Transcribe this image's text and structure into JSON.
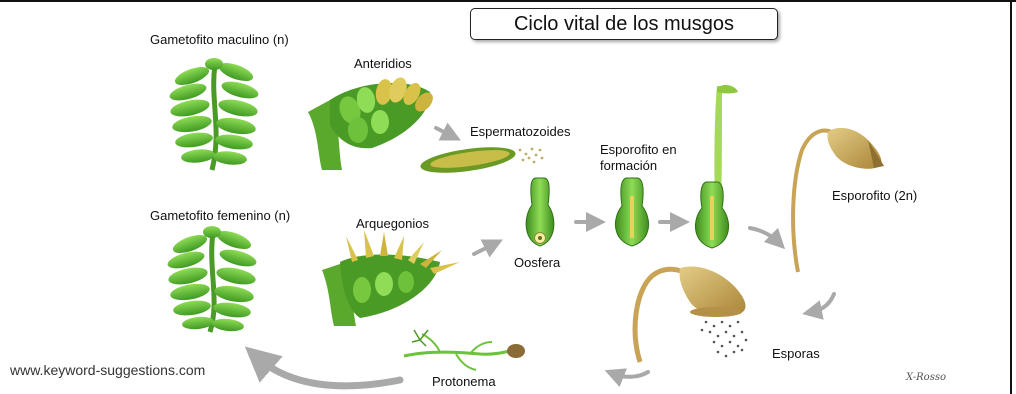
{
  "title": "Ciclo vital de los musgos",
  "labels": {
    "male_gametophyte": "Gametofito maculino (n)",
    "antheridia": "Anteridios",
    "spermatozoids": "Espermatozoides",
    "sporophyte_forming_line1": "Esporofito en",
    "sporophyte_forming_line2": "formación",
    "sporophyte": "Esporofito (2n)",
    "female_gametophyte": "Gametofito femenino (n)",
    "archegonia": "Arquegonios",
    "oosphere": "Oosfera",
    "spores": "Esporas",
    "protonema": "Protonema"
  },
  "watermark": "www.keyword-suggestions.com",
  "signature": "X-Rosso",
  "colors": {
    "leaf_green": "#6cc23a",
    "dark_green": "#3e8c1f",
    "stem_green": "#5aa82c",
    "yellow": "#d8c24a",
    "capsule": "#c8a65a",
    "arrow_gray": "#a9a9a9"
  }
}
